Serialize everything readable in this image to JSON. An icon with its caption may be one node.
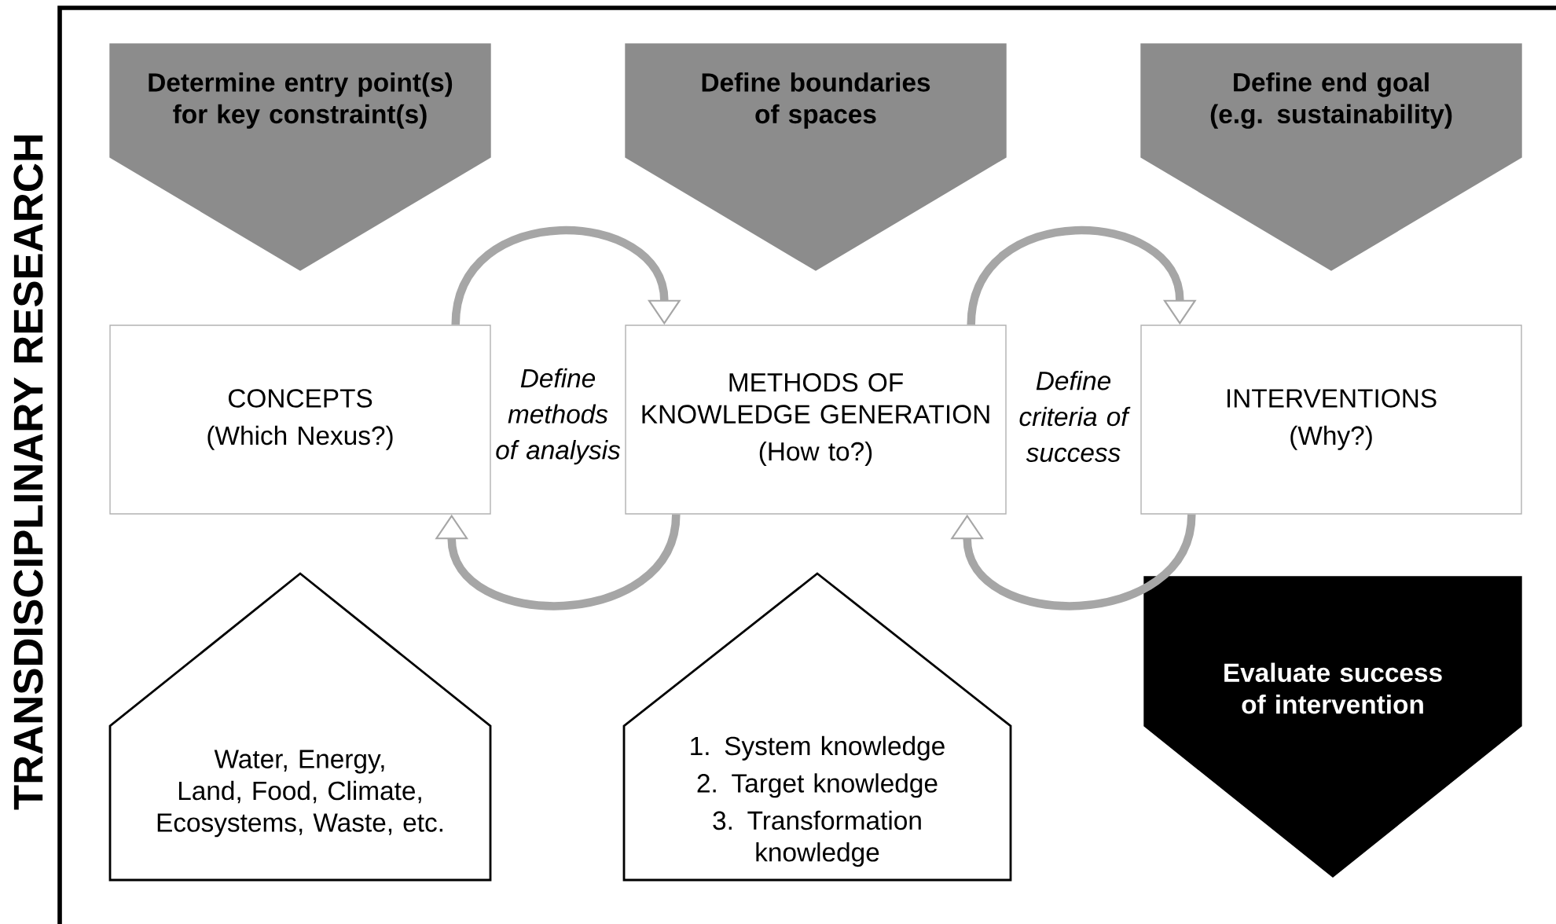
{
  "diagram": {
    "nodes": [
      {
        "text": [
          "Determine entry point(s) for key constraint(s)"
        ]
      },
      {
        "text": [
          "Define boundaries of spaces"
        ]
      },
      {
        "text": [
          "Define end goal (e.g. sustainability)"
        ]
      },
      {
        "text": [
          "CONCEPTS",
          "(Which Nexus?)"
        ]
      },
      {
        "text": [
          "METHODS OF KNOWLEDGE GENERATION",
          "(How to?)"
        ]
      },
      {
        "text": [
          "INTERVENTIONS",
          "(Why?)"
        ]
      },
      {
        "text": [
          "Water, Energy, Land, Food, Climate, Ecosystems, Waste, etc."
        ]
      },
      {
        "text": [
          "1. System knowledge",
          "2. Target knowledge",
          "3. Transformation knowledge"
        ]
      },
      {
        "text": [
          "Evaluate success of intervention"
        ]
      }
    ],
    "edges": [
      {
        "from": 3,
        "to": 4,
        "arrow": "to"
      },
      {
        "from": 4,
        "to": 5,
        "arrow": "to"
      },
      {
        "from": 4,
        "to": 3,
        "arrow": "to"
      },
      {
        "from": 5,
        "to": 4,
        "arrow": "to"
      }
    ],
    "labels": [
      "TRANSDISCIPLINARY RESEARCH",
      "Define methods of analysis",
      "Define criteria of success"
    ]
  }
}
